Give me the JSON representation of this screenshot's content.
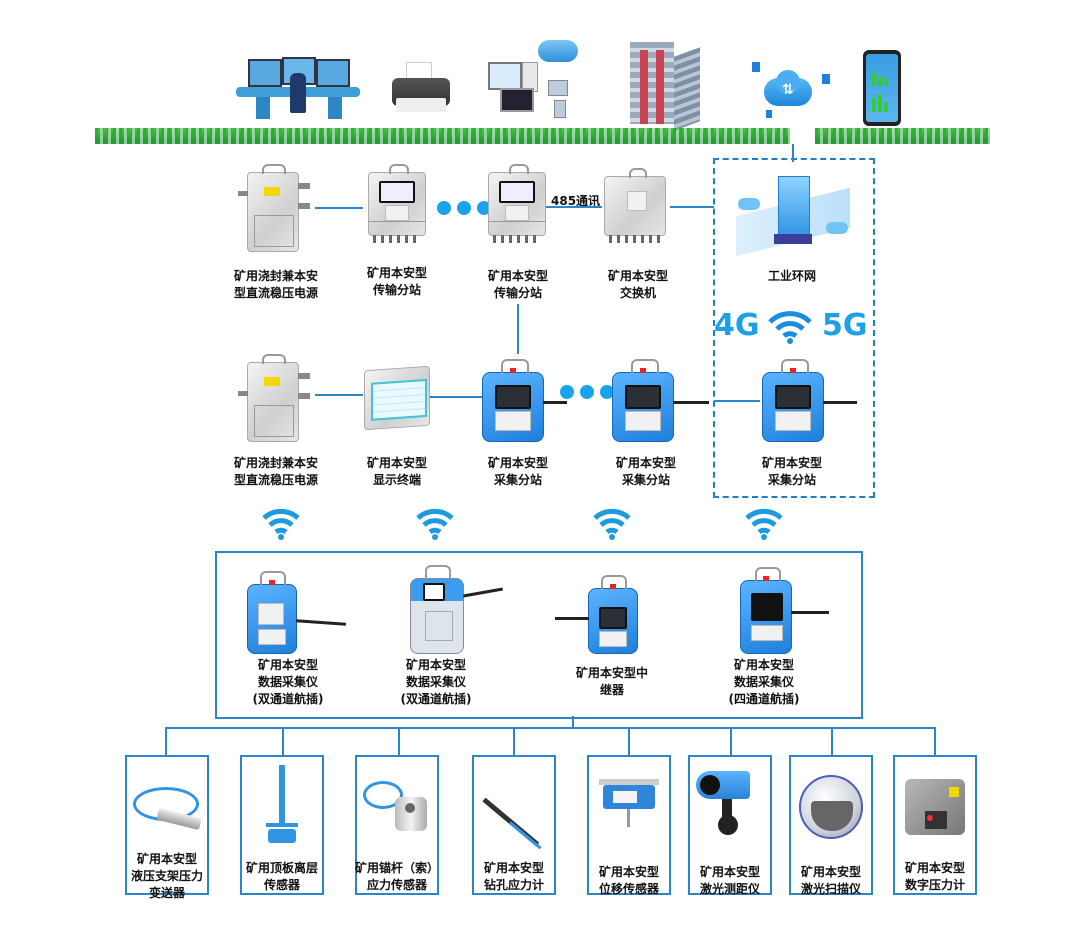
{
  "top_icons": [
    "control-room-icon",
    "printer-icon",
    "computer-network-icon",
    "office-building-icon",
    "cloud-sync-icon",
    "smartphone-app-icon"
  ],
  "row1": {
    "devices": [
      {
        "name": "power-supply",
        "label": [
          "矿用浇封兼本安",
          "型直流稳压电源"
        ]
      },
      {
        "name": "transmission-substation-1",
        "label": [
          "矿用本安型",
          "传输分站"
        ]
      },
      {
        "name": "transmission-substation-2",
        "label": [
          "矿用本安型",
          "传输分站"
        ]
      },
      {
        "name": "switch",
        "label": [
          "矿用本安型",
          "交换机"
        ]
      }
    ],
    "comm_label": "485通讯"
  },
  "network": {
    "ring_label": "工业环网",
    "wireless_4g": "4G",
    "wireless_5g": "5G",
    "station_label": [
      "矿用本安型",
      "采集分站"
    ]
  },
  "row2": {
    "devices": [
      {
        "name": "power-supply",
        "label": [
          "矿用浇封兼本安",
          "型直流稳压电源"
        ]
      },
      {
        "name": "display-terminal",
        "label": [
          "矿用本安型",
          "显示终端"
        ]
      },
      {
        "name": "collection-substation-1",
        "label": [
          "矿用本安型",
          "采集分站"
        ]
      },
      {
        "name": "collection-substation-2",
        "label": [
          "矿用本安型",
          "采集分站"
        ]
      }
    ]
  },
  "collectors": [
    {
      "label": [
        "矿用本安型",
        "数据采集仪",
        "(双通道航插)"
      ]
    },
    {
      "label": [
        "矿用本安型",
        "数据采集仪",
        "(双通道航插)"
      ]
    },
    {
      "label": [
        "矿用本安型中",
        "继器"
      ]
    },
    {
      "label": [
        "矿用本安型",
        "数据采集仪",
        "(四通道航插)"
      ]
    }
  ],
  "sensors": [
    {
      "icon": "pressure-transmitter-icon",
      "label": [
        "矿用本安型",
        "液压支架压力",
        "变送器"
      ]
    },
    {
      "icon": "roof-separation-sensor-icon",
      "label": [
        "矿用顶板离层",
        "传感器"
      ]
    },
    {
      "icon": "anchor-stress-sensor-icon",
      "label": [
        "矿用锚杆（索）",
        "应力传感器"
      ]
    },
    {
      "icon": "borehole-stress-meter-icon",
      "label": [
        "矿用本安型",
        "钻孔应力计"
      ]
    },
    {
      "icon": "displacement-sensor-icon",
      "label": [
        "矿用本安型",
        "位移传感器"
      ]
    },
    {
      "icon": "laser-rangefinder-icon",
      "label": [
        "矿用本安型",
        "激光测距仪"
      ]
    },
    {
      "icon": "laser-scanner-icon",
      "label": [
        "矿用本安型",
        "激光扫描仪"
      ]
    },
    {
      "icon": "digital-pressure-gauge-icon",
      "label": [
        "矿用本安型",
        "数字压力计"
      ]
    }
  ]
}
